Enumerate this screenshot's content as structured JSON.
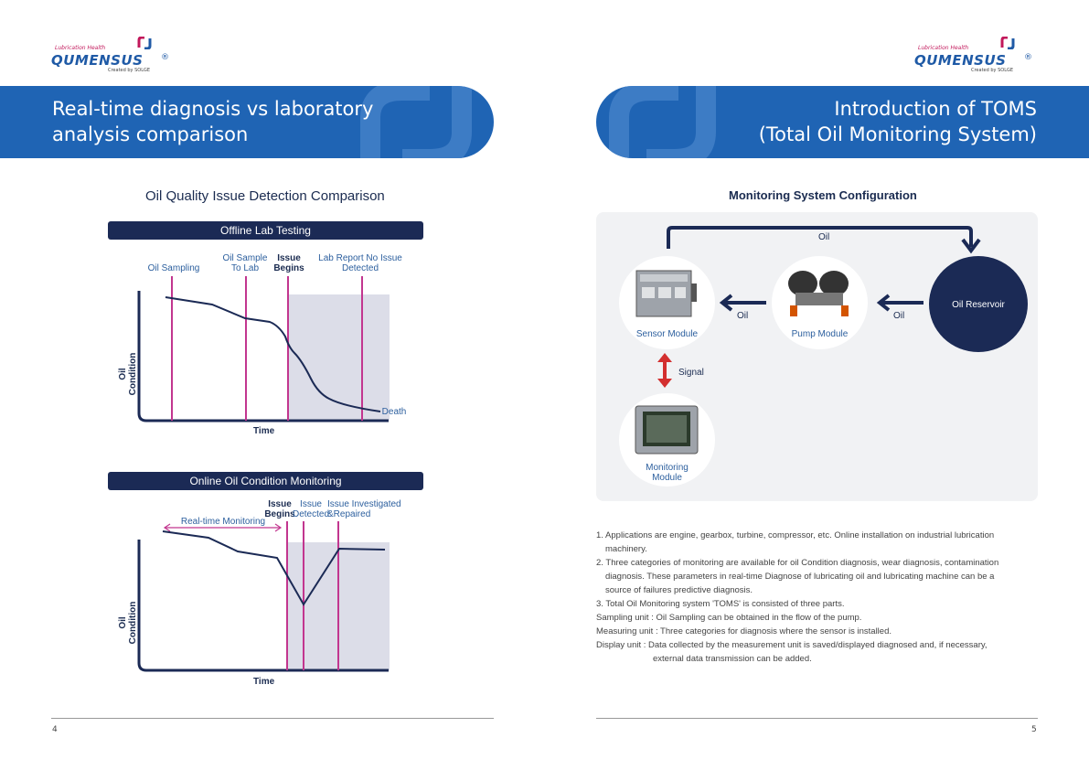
{
  "logo": {
    "tagline": "Lubrication Health",
    "brand": "QUMENSUS",
    "registered": "®",
    "by": "Created by SOLGE"
  },
  "left_page": {
    "banner_title_line1": "Real-time diagnosis vs laboratory",
    "banner_title_line2": "analysis comparison",
    "section_title": "Oil Quality Issue Detection Comparison",
    "page_number": "4",
    "offline": {
      "header": "Offline Lab Testing",
      "labels": {
        "oil_sampling": "Oil Sampling",
        "sample_to_lab_l1": "Oil Sample",
        "sample_to_lab_l2": "To Lab",
        "issue_l1": "Issue",
        "issue_l2": "Begins",
        "lab_report_l1": "Lab Report No Issue",
        "lab_report_l2": "Detected",
        "death": "Death",
        "x_axis": "Time",
        "y_axis": "Oil Condition"
      }
    },
    "online": {
      "header": "Online Oil Condition Monitoring",
      "labels": {
        "issue_begins_l1": "Issue",
        "issue_begins_l2": "Begins",
        "issue_detected_l1": "Issue",
        "issue_detected_l2": "Detected",
        "investigated_l1": "Issue Investigated",
        "investigated_l2": "&Repaired",
        "realtime": "Real-time Monitoring",
        "x_axis": "Time",
        "y_axis": "Oil Condition"
      }
    }
  },
  "right_page": {
    "banner_title_line1": "Introduction of TOMS",
    "banner_title_line2": "(Total Oil Monitoring System)",
    "section_title": "Monitoring System Configuration",
    "page_number": "5",
    "diagram": {
      "oil_top": "Oil",
      "oil_left": "Oil",
      "oil_right": "Oil",
      "sensor_module": "Sensor Module",
      "pump_module": "Pump Module",
      "oil_reservoir": "Oil Reservoir",
      "signal": "Signal",
      "monitoring_l1": "Monitoring",
      "monitoring_l2": "Module"
    },
    "notes": {
      "n1a": "1. Applications are engine, gearbox, turbine, compressor, etc. Online installation on industrial lubrication",
      "n1b": "machinery.",
      "n2a": "2. Three categories of monitoring are available for oil Condition diagnosis, wear diagnosis, contamination",
      "n2b": "diagnosis. These parameters in real-time Diagnose of lubricating oil and lubricating machine can be a",
      "n2c": "source of failures predictive diagnosis.",
      "n3": "3. Total Oil Monitoring system 'TOMS' is consisted of three parts.",
      "sampling": "Sampling unit : Oil Sampling can be obtained in the flow of the pump.",
      "measuring": "Measuring unit : Three categories for diagnosis where the sensor is installed.",
      "display_a": "Display unit : Data collected by the measurement unit is saved/displayed diagnosed and, if necessary,",
      "display_b": "external data transmission can be added."
    }
  },
  "colors": {
    "banner": "#1f64b4",
    "navy": "#1b2a55",
    "magenta": "#c2368f",
    "shade": "#dcdde8",
    "signal_red": "#d32f2f"
  }
}
